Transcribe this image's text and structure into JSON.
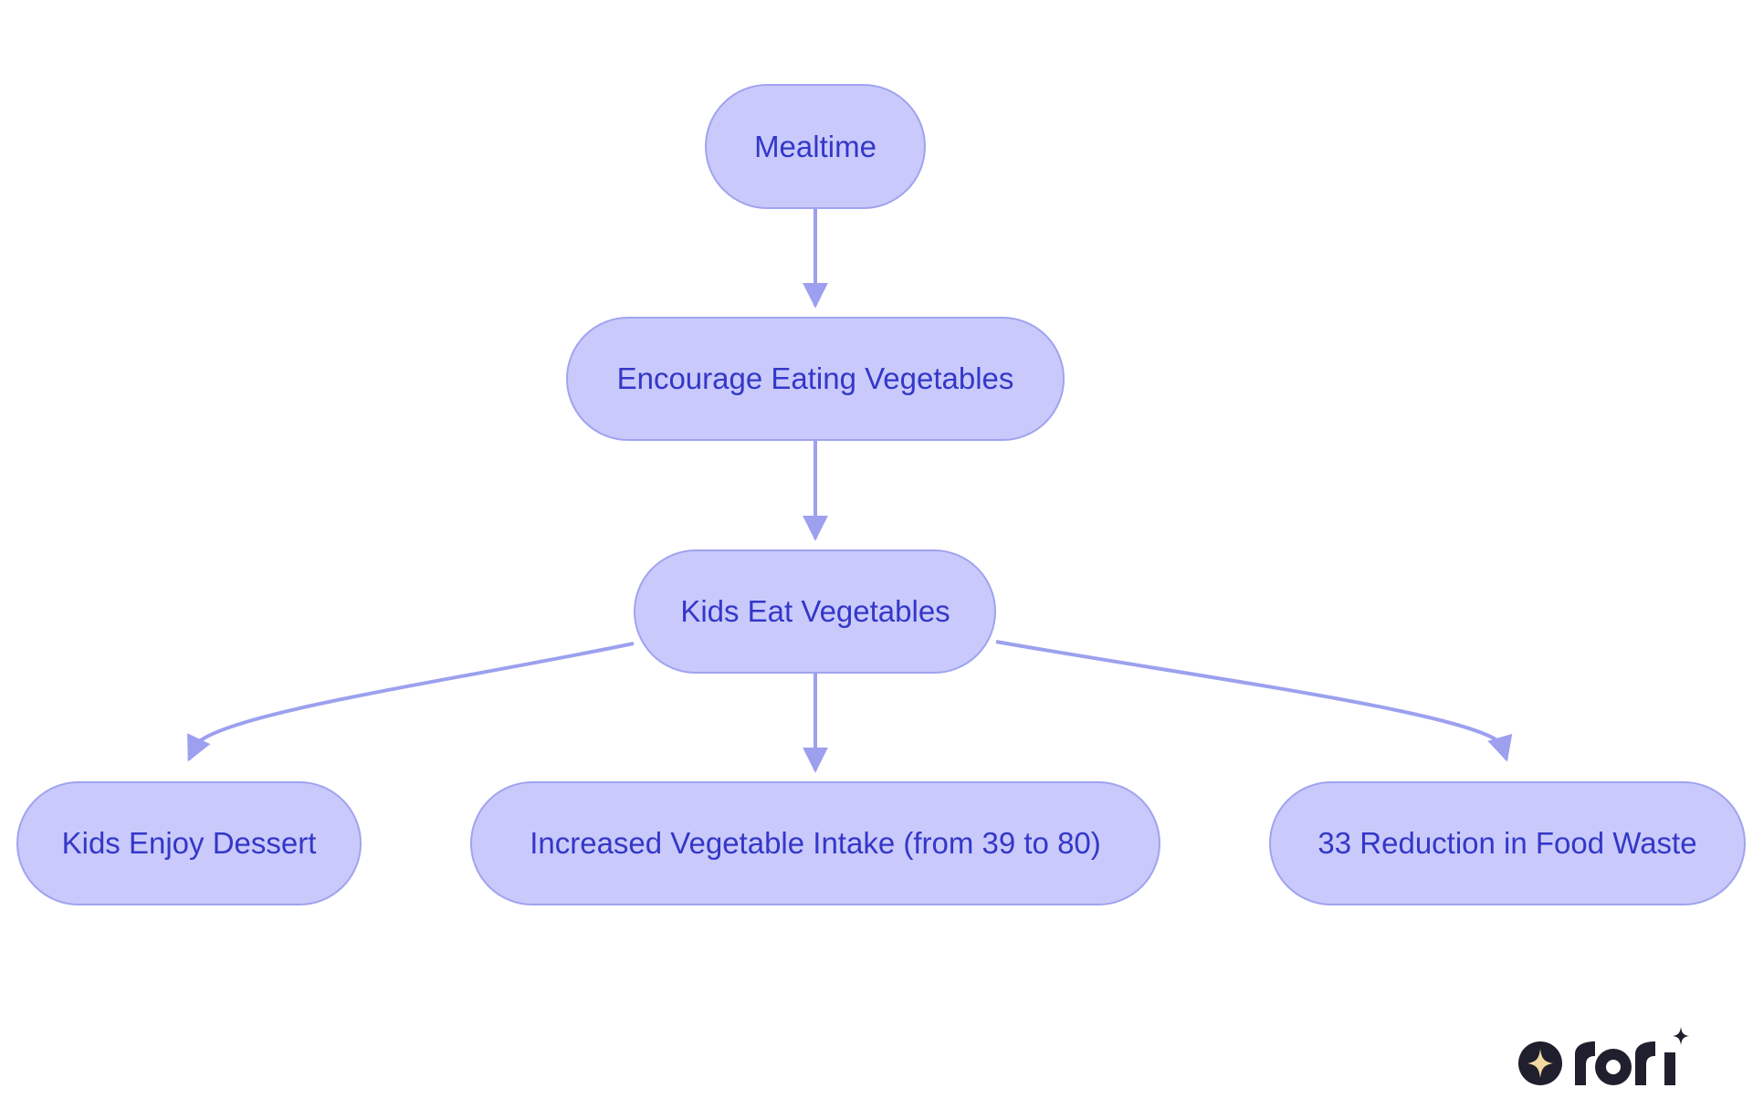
{
  "diagram": {
    "nodes": [
      {
        "id": "mealtime",
        "label": "Mealtime"
      },
      {
        "id": "encourage",
        "label": "Encourage Eating Vegetables"
      },
      {
        "id": "kids-eat",
        "label": "Kids Eat Vegetables"
      },
      {
        "id": "dessert",
        "label": "Kids Enjoy Dessert"
      },
      {
        "id": "intake",
        "label": "Increased Vegetable Intake (from 39 to 80)"
      },
      {
        "id": "waste",
        "label": "33 Reduction in Food Waste"
      }
    ],
    "edges": [
      {
        "from": "mealtime",
        "to": "encourage"
      },
      {
        "from": "encourage",
        "to": "kids-eat"
      },
      {
        "from": "kids-eat",
        "to": "dessert"
      },
      {
        "from": "kids-eat",
        "to": "intake"
      },
      {
        "from": "kids-eat",
        "to": "waste"
      }
    ]
  },
  "colors": {
    "node_fill": "#c9cafb",
    "node_stroke": "#a0a3ef",
    "node_text": "#3437c8",
    "edge": "#9ca0ee",
    "logo_dark": "#1f1f2e",
    "logo_star": "#f3d9a0"
  },
  "logo": {
    "text": "rori",
    "icon": "sparkle-icon"
  }
}
